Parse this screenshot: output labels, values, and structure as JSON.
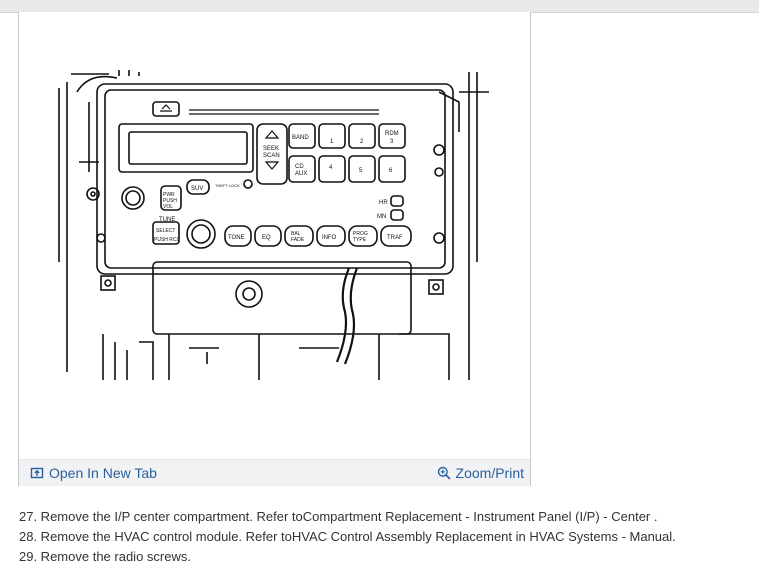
{
  "figure": {
    "radio": {
      "button_labels": {
        "seek_scan": "SEEK\nSCAN",
        "band": "BAND",
        "ff_1": "1",
        "rew_2": "2",
        "rdm_3": "3",
        "rdm_label": "RDM",
        "cd_aux": "CD\nAUX",
        "b4": "4",
        "b5": "5",
        "b6": "6",
        "suv": "SUV",
        "theft_lock": "THEFT LOCK",
        "pwr_push_vol": "PWR\nPUSH\nVOL",
        "tune": "TUNE",
        "select": "SELECT",
        "push_rcl": "PUSH RCL",
        "tone": "TONE",
        "eq": "EQ",
        "bal_fade": "BAL\nFADE",
        "info": "INFO",
        "prog_type": "PROG\nTYPE",
        "traf": "TRAF",
        "hr": "HR",
        "mn": "MN"
      }
    }
  },
  "footer": {
    "open_tab_label": "Open In New Tab",
    "zoom_print_label": "Zoom/Print"
  },
  "steps": [
    "27. Remove the I/P center compartment. Refer toCompartment Replacement - Instrument Panel (I/P) - Center .",
    "28. Remove the HVAC control module. Refer toHVAC Control Assembly Replacement in HVAC Systems - Manual.",
    "29. Remove the radio screws."
  ]
}
